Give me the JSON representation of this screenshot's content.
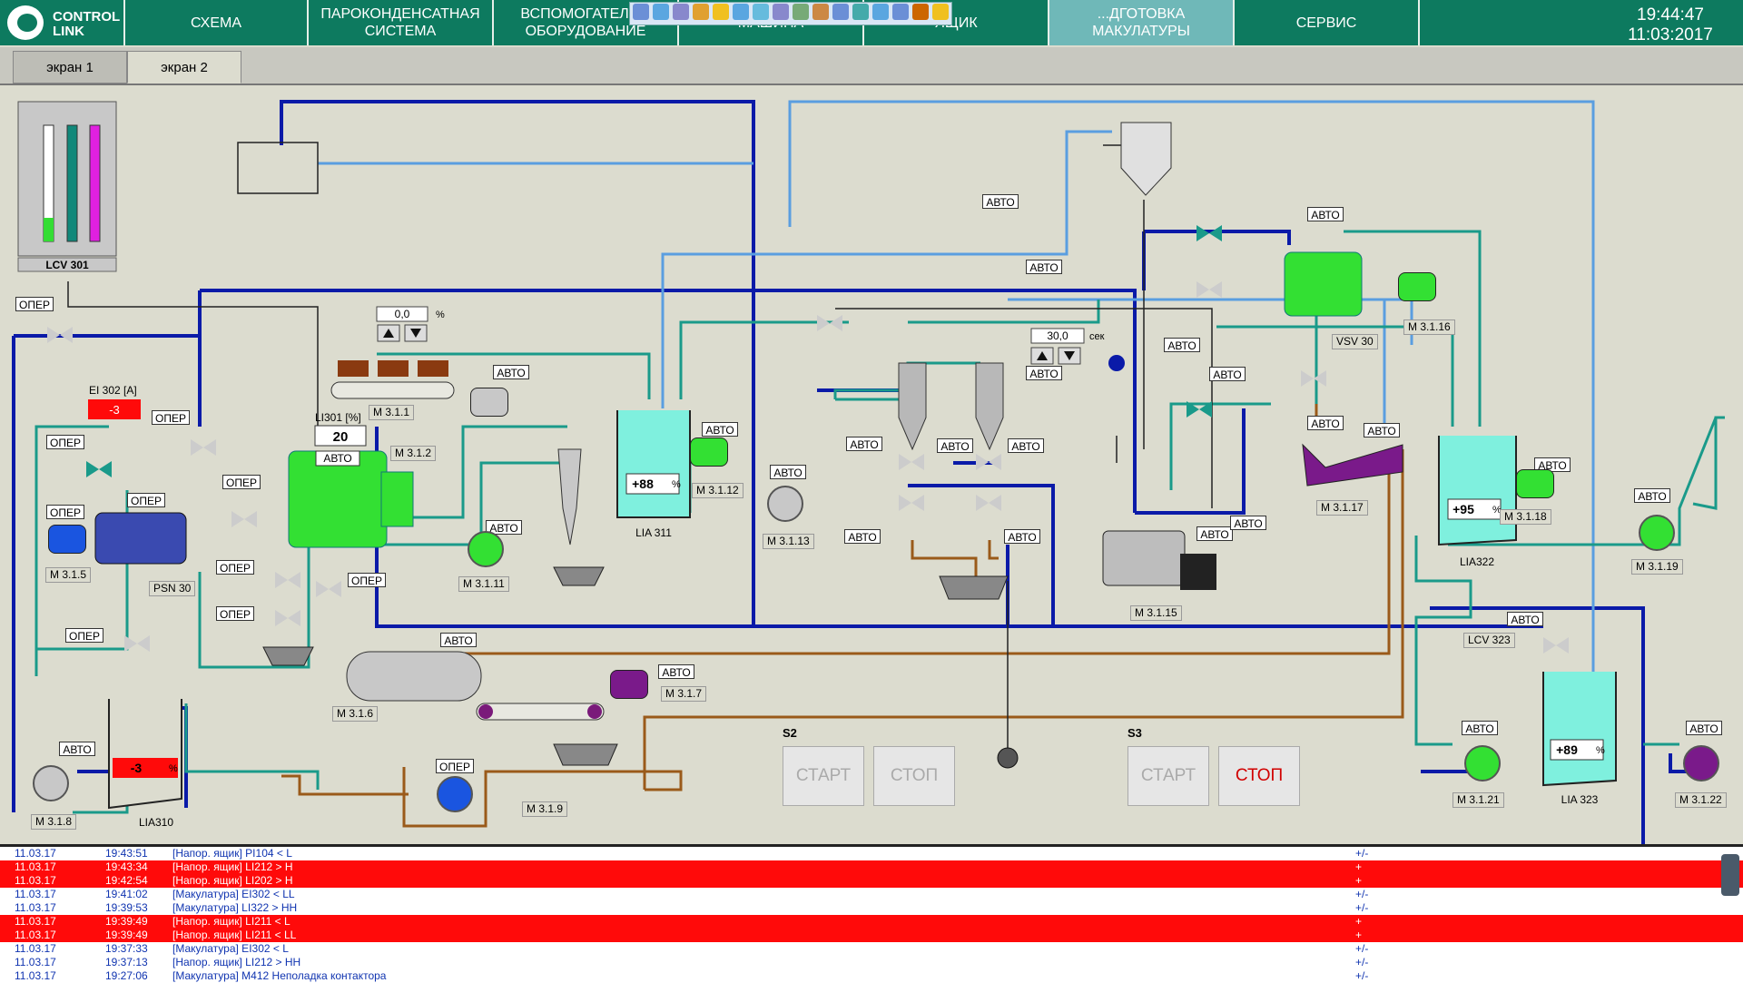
{
  "header": {
    "logo_line1": "CONTROL",
    "logo_line2": "LINK",
    "nav": [
      {
        "label": "СХЕМА",
        "active": false
      },
      {
        "label": "ПАРОКОНДЕНСАТНАЯ\nСИСТЕМА",
        "active": false
      },
      {
        "label": "ВСПОМОГАТЕЛЬ...\nОБОРУДОВАНИЕ",
        "active": false
      },
      {
        "label": "МАШИНА",
        "active": false
      },
      {
        "label": "ЯЩИК",
        "active": false
      },
      {
        "label": "...ДГОТОВКА\nМАКУЛАТУРЫ",
        "active": true
      },
      {
        "label": "СЕРВИС",
        "active": false
      }
    ],
    "time": "19:44:47",
    "date": "11:03:2017"
  },
  "tabs": [
    {
      "label": "экран 1",
      "active": false
    },
    {
      "label": "экран 2",
      "active": true
    }
  ],
  "scheme": {
    "lcv301_label": "LCV 301",
    "lcv323_label": "LCV 323",
    "ei302_label": "EI 302 [A]",
    "ei302_value": "-3",
    "li301_label": "LI301 [%]",
    "li301_value": "20",
    "setpoint1_value": "0,0",
    "setpoint1_unit": "%",
    "setpoint2_value": "30,0",
    "setpoint2_unit": "сек",
    "mode_auto": "АВТО",
    "mode_oper": "ОПЕР",
    "tanks": [
      {
        "name": "LIA 311",
        "value": "+88",
        "unit": "%"
      },
      {
        "name": "LIA322",
        "value": "+95",
        "unit": "%"
      },
      {
        "name": "LIA 323",
        "value": "+89",
        "unit": "%"
      },
      {
        "name": "LIA310",
        "value": "-3",
        "unit": "%"
      }
    ],
    "motors": [
      "M 3.1.1",
      "M 3.1.2",
      "M 3.1.5",
      "PSN 30",
      "M 3.1.6",
      "M 3.1.7",
      "M 3.1.8",
      "M 3.1.9",
      "M 3.1.11",
      "M 3.1.12",
      "M 3.1.13",
      "M 3.1.15",
      "M 3.1.16",
      "VSV 30",
      "M 3.1.17",
      "M 3.1.18",
      "M 3.1.19",
      "M 3.1.21",
      "M 3.1.22"
    ],
    "s2_label": "S2",
    "s3_label": "S3",
    "start_label": "СТАРТ",
    "stop_label": "СТОП"
  },
  "alarm_log": [
    {
      "date": "11.03.17",
      "time": "19:43:51",
      "text": "[Напор. ящик] PI104 < L",
      "ack": "+/-",
      "red": false
    },
    {
      "date": "11.03.17",
      "time": "19:43:34",
      "text": "[Напор. ящик] LI212 > H",
      "ack": "+",
      "red": true
    },
    {
      "date": "11.03.17",
      "time": "19:42:54",
      "text": "[Напор. ящик] LI202 > H",
      "ack": "+",
      "red": true
    },
    {
      "date": "11.03.17",
      "time": "19:41:02",
      "text": "[Макулатура] EI302 < LL",
      "ack": "+/-",
      "red": false
    },
    {
      "date": "11.03.17",
      "time": "19:39:53",
      "text": "[Макулатура] LI322 > HH",
      "ack": "+/-",
      "red": false
    },
    {
      "date": "11.03.17",
      "time": "19:39:49",
      "text": "[Напор. ящик] LI211 < L",
      "ack": "+",
      "red": true
    },
    {
      "date": "11.03.17",
      "time": "19:39:49",
      "text": "[Напор. ящик] LI211 < LL",
      "ack": "+",
      "red": true
    },
    {
      "date": "11.03.17",
      "time": "19:37:33",
      "text": "[Макулатура] EI302 < L",
      "ack": "+/-",
      "red": false
    },
    {
      "date": "11.03.17",
      "time": "19:37:13",
      "text": "[Напор. ящик] LI212 > HH",
      "ack": "+/-",
      "red": false
    },
    {
      "date": "11.03.17",
      "time": "19:27:06",
      "text": "[Макулатура] M412 Неполадка контактора",
      "ack": "+/-",
      "red": false
    }
  ],
  "colors": {
    "header_green": "#0d7a5f",
    "pipe_blue": "#0a1aa8",
    "pipe_light_blue": "#5a9ee0",
    "pipe_teal": "#1a9a8a",
    "pipe_brown": "#9a5a1a",
    "motor_green": "#33e033",
    "tank_fill": "#7ff0de",
    "alarm_red": "#ff0a0a"
  }
}
